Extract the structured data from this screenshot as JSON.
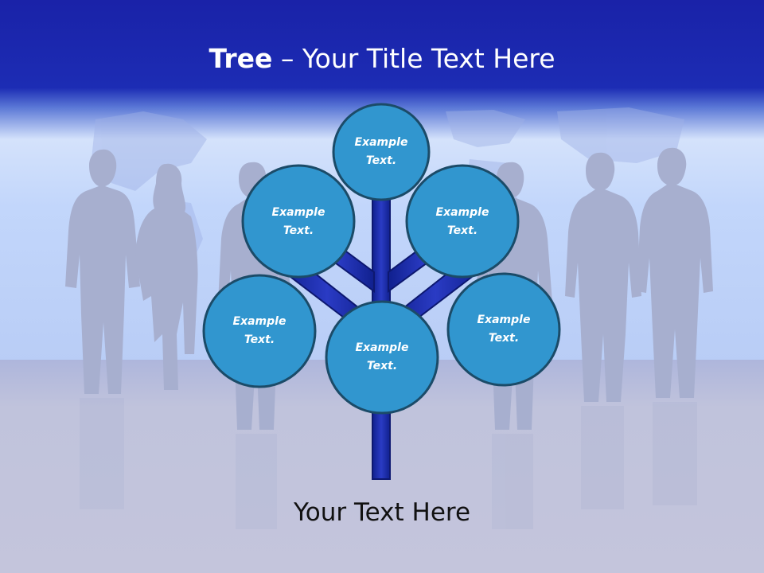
{
  "title": {
    "bold": "Tree",
    "dash": " – ",
    "rest": "Your Title Text Here"
  },
  "nodes": [
    {
      "line1": "Example",
      "line2": "Text."
    },
    {
      "line1": "Example",
      "line2": "Text."
    },
    {
      "line1": "Example",
      "line2": "Text."
    },
    {
      "line1": "Example",
      "line2": "Text."
    },
    {
      "line1": "Example",
      "line2": "Text."
    },
    {
      "line1": "Example",
      "line2": "Text."
    }
  ],
  "footer": "Your Text Here",
  "colors": {
    "title_bar": "#1a22a8",
    "node_fill": "#3196cf",
    "node_border": "#1b4b68",
    "trunk": "#1a2aa8",
    "silhouette": "#a7afcf"
  }
}
